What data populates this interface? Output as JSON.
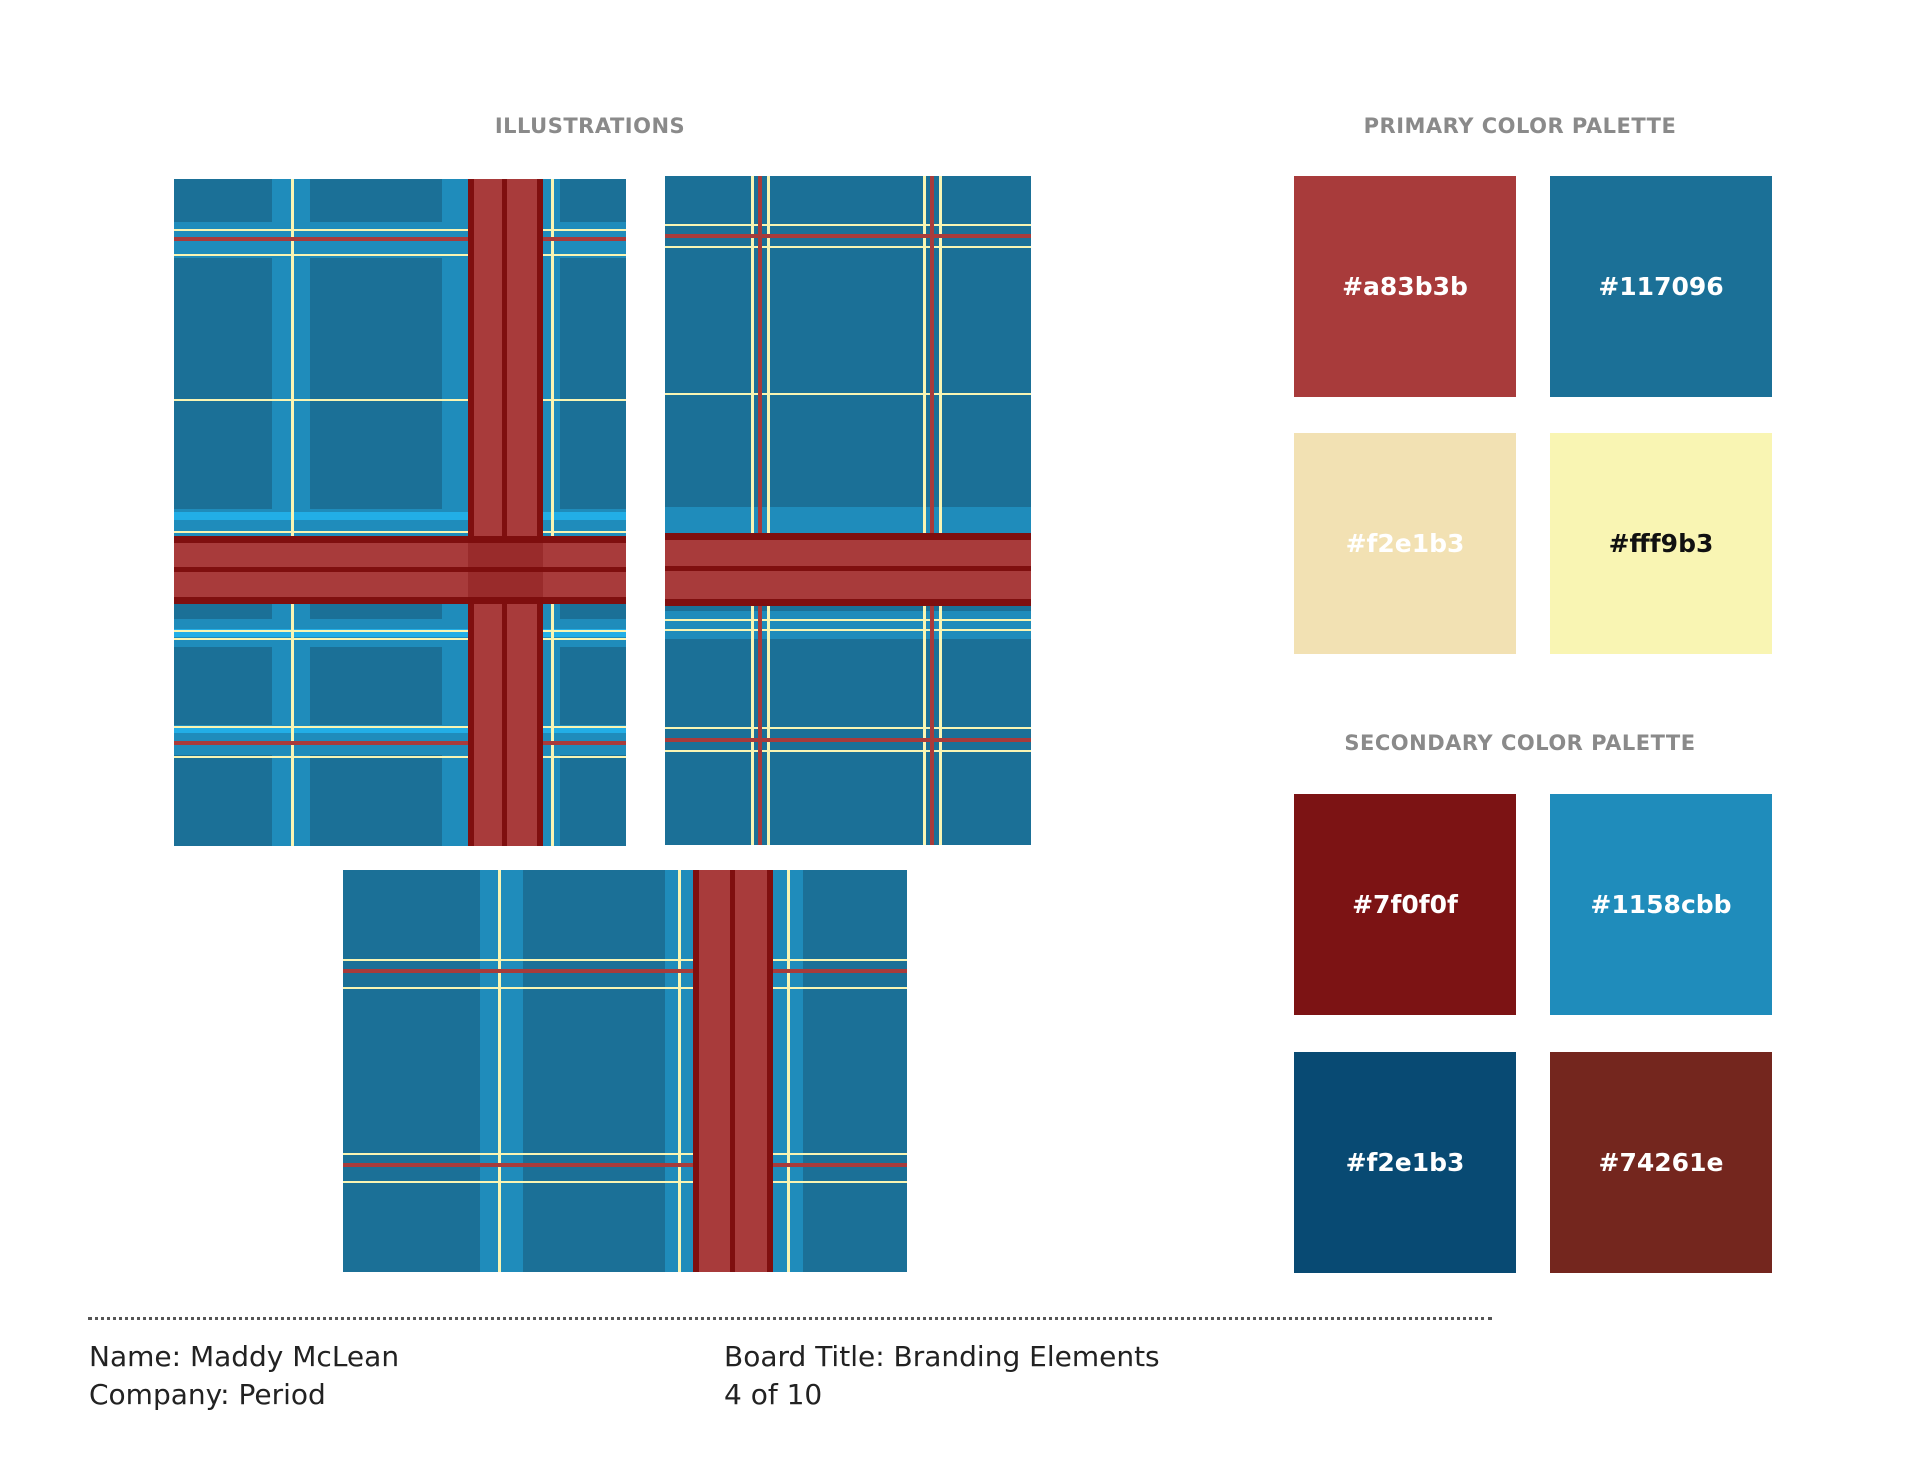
{
  "headings": {
    "illustrations": "ILLUSTRATIONS",
    "primary_palette": "PRIMARY COLOR PALETTE",
    "secondary_palette": "SECONDARY COLOR PALETTE"
  },
  "primary_swatches": [
    {
      "label": "#a83b3b",
      "color": "#a83b3b",
      "text_color": "#ffffff"
    },
    {
      "label": "#117096",
      "color": "#1b7097",
      "text_color": "#ffffff"
    },
    {
      "label": "#f2e1b3",
      "color": "#f2e1b3",
      "text_color": "#ffffff"
    },
    {
      "label": "#fff9b3",
      "color": "#f9f5b3",
      "text_color": "#111111"
    }
  ],
  "secondary_swatches": [
    {
      "label": "#7f0f0f",
      "color": "#7c1314",
      "text_color": "#ffffff"
    },
    {
      "label": "#1158cbb",
      "color": "#1f8cbb",
      "text_color": "#ffffff"
    },
    {
      "label": "#f2e1b3",
      "color": "#084a73",
      "text_color": "#ffffff"
    },
    {
      "label": "#74261e",
      "color": "#74261e",
      "text_color": "#ffffff"
    }
  ],
  "footer": {
    "name": "Name: Maddy McLean",
    "company": "Company: Period",
    "board_title": "Board Title:  Branding Elements",
    "page": "4 of 10"
  },
  "plaid_colors": {
    "base": "#1b7097",
    "light_blue": "#1f8cbb",
    "bright_blue": "#22aee6",
    "cream": "#f9f5b3",
    "red": "#a83b3b",
    "dark_red": "#7f0f0f"
  }
}
